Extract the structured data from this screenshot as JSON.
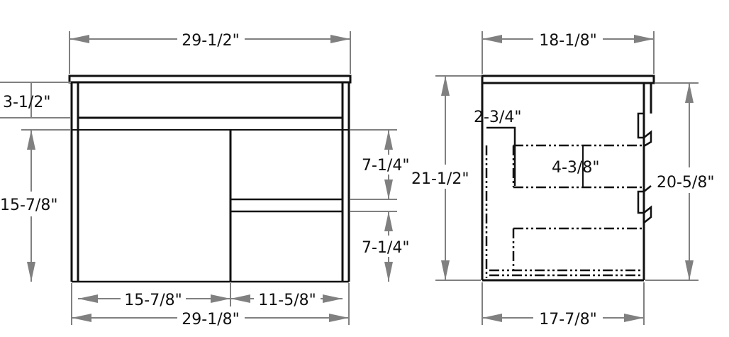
{
  "front_view": {
    "overall_top_width": "29-1/2\"",
    "top_rail_height": "3-1/2\"",
    "door_height": "15-7/8\"",
    "upper_drawer_height": "7-1/4\"",
    "lower_drawer_height": "7-1/4\"",
    "door_width": "15-7/8\"",
    "drawer_width": "11-5/8\"",
    "overall_bottom_width": "29-1/8\""
  },
  "side_view": {
    "top_depth": "18-1/8\"",
    "overall_height": "21-1/2\"",
    "drawer_offset": "2-3/4\"",
    "drawer_inner_height": "4-3/8\"",
    "body_height": "20-5/8\"",
    "bottom_depth": "17-7/8\""
  },
  "colors": {
    "outline": "#111111",
    "dimension": "#808080",
    "background": "#ffffff"
  }
}
